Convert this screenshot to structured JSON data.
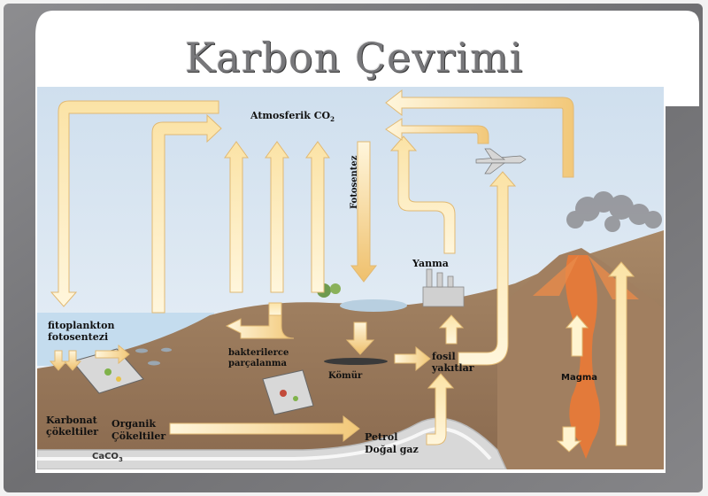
{
  "title": "Karbon Çevrimi",
  "labels": {
    "atmosphere": "Atmosferik CO",
    "atmosphere_sub": "2",
    "photosynthesis": "Fotosentez",
    "combustion": "Yanma",
    "phyto_1": "fitoplankton",
    "phyto_2": "fotosentezi",
    "bacteria_1": "bakterilerce",
    "bacteria_2": "parçalanma",
    "coal": "Kömür",
    "fossil_1": "fosil",
    "fossil_2": "yakıtlar",
    "magma": "Magma",
    "carbonate_1": "Karbonat",
    "carbonate_2": "çökeltiler",
    "organic_1": "Organik",
    "organic_2": "Çökeltiler",
    "petrol_1": "Petrol",
    "petrol_2": "Doğal gaz",
    "caco": "CaCO",
    "caco_sub": "3"
  },
  "colors": {
    "sky": "#dde8f2",
    "ground": "#9b7b5e",
    "arrow_light": "#fdf0c8",
    "arrow_dark": "#e6b15a",
    "water": "#c7def0",
    "magma": "#e37a3a"
  }
}
